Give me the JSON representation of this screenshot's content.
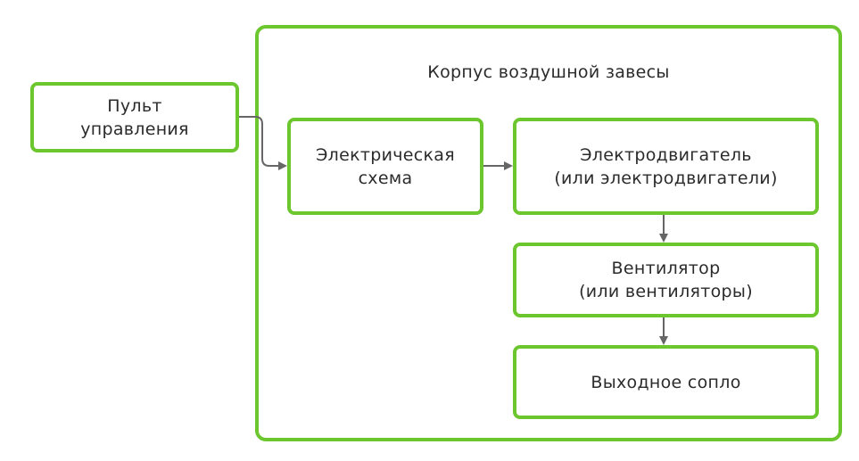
{
  "diagram": {
    "housing_label": "Корпус воздушной завесы",
    "nodes": {
      "remote": [
        "Пульт",
        "управления"
      ],
      "circuit": [
        "Электрическая",
        "схема"
      ],
      "motor": [
        "Электродвигатель",
        "(или электродвигатели)"
      ],
      "fan": [
        "Вентилятор",
        "(или вентиляторы)"
      ],
      "nozzle": [
        "Выходное сопло"
      ]
    },
    "edges": [
      [
        "remote",
        "circuit"
      ],
      [
        "circuit",
        "motor"
      ],
      [
        "motor",
        "fan"
      ],
      [
        "fan",
        "nozzle"
      ]
    ],
    "colors": {
      "border": "#6cc62e",
      "arrow": "#666666",
      "text": "#2b2b2b"
    }
  }
}
